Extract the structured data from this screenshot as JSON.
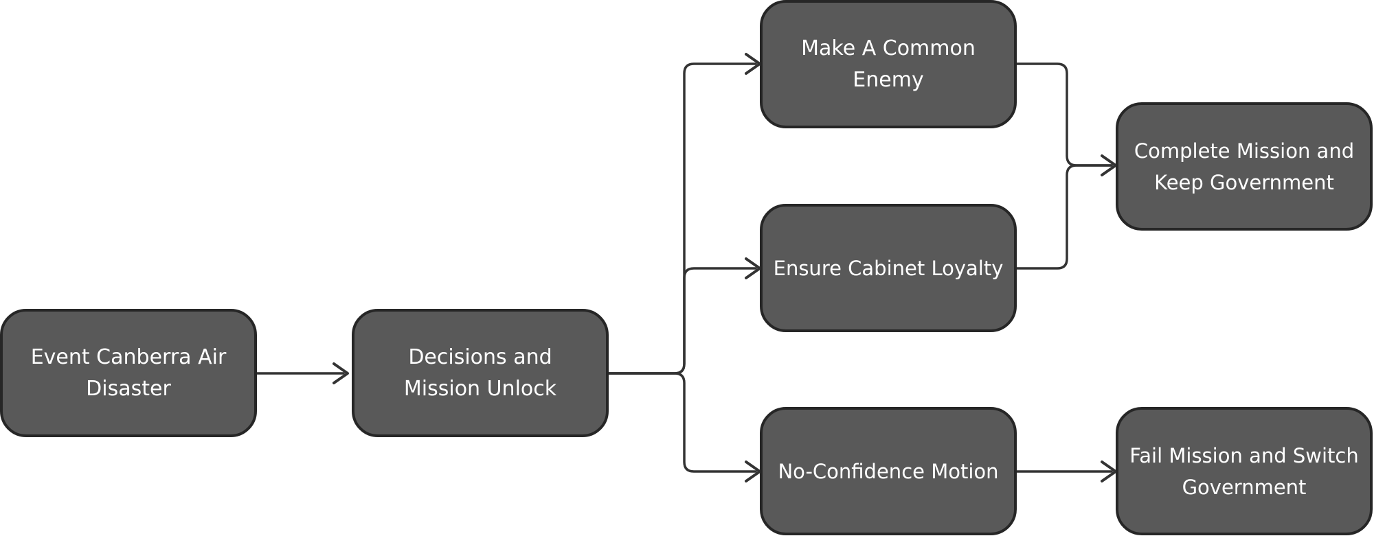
{
  "colors": {
    "node_fill": "#595959",
    "node_border": "#262626",
    "node_text": "#ffffff",
    "edge": "#333333",
    "background": "#ffffff"
  },
  "nodes": {
    "event": {
      "label": "Event Canberra Air Disaster"
    },
    "decisions": {
      "label": "Decisions and Mission Unlock"
    },
    "enemy": {
      "label": "Make A Common Enemy"
    },
    "loyalty": {
      "label": "Ensure Cabinet Loyalty"
    },
    "motion": {
      "label": "No-Confidence Motion"
    },
    "complete": {
      "label": "Complete Mission and Keep Government"
    },
    "fail": {
      "label": "Fail Mission and Switch Government"
    }
  },
  "edges": [
    {
      "from": "event",
      "to": "decisions"
    },
    {
      "from": "decisions",
      "to": "enemy"
    },
    {
      "from": "decisions",
      "to": "loyalty"
    },
    {
      "from": "decisions",
      "to": "motion"
    },
    {
      "from": "enemy",
      "to": "complete"
    },
    {
      "from": "loyalty",
      "to": "complete"
    },
    {
      "from": "motion",
      "to": "fail"
    }
  ]
}
